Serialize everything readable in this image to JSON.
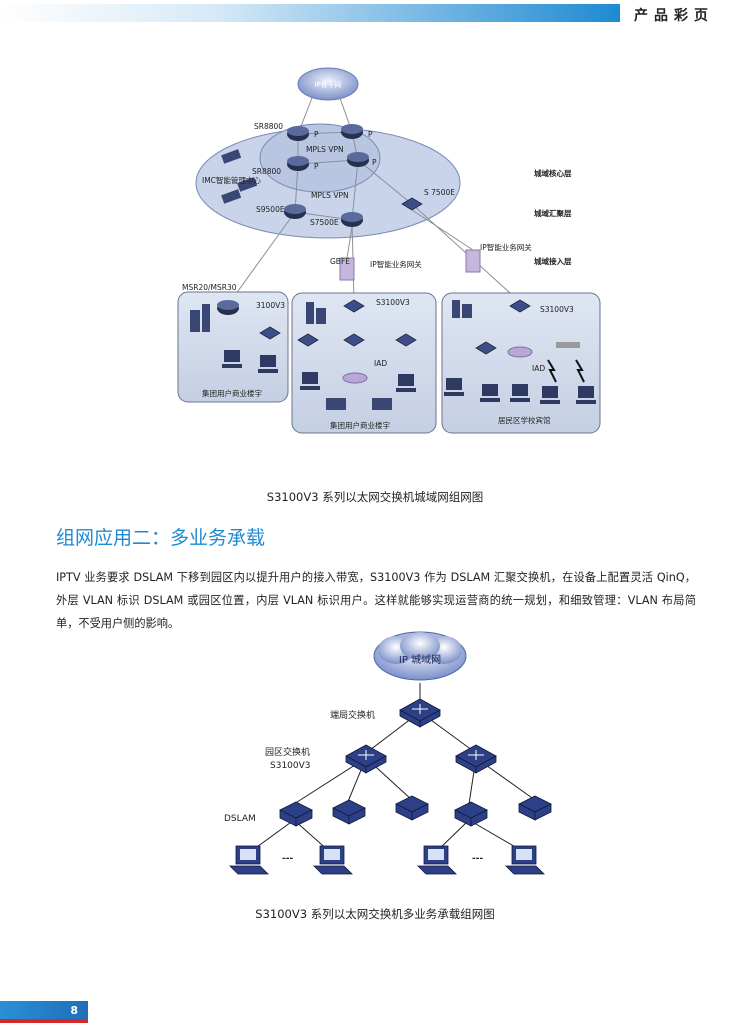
{
  "header": {
    "title": "产品彩页"
  },
  "diagram1": {
    "cloud": "IP骨干网",
    "sr8800_a": "SR8800",
    "sr8800_b": "SR8800",
    "p1": "P",
    "p2": "P",
    "p3": "P",
    "p4": "P",
    "mpls1": "MPLS VPN",
    "mpls2": "MPLS VPN",
    "imc": "IMC智能管理中心",
    "s9500e": "S9500E",
    "s7500e_a": "S7500E",
    "s7500e_b": "S 7500E",
    "core_layer": "城域核心层",
    "agg_layer": "城域汇聚层",
    "access_layer": "城域接入层",
    "gbfe": "GBFE",
    "ip_gw1": "IP智能业务网关",
    "ip_gw2": "IP智能业务网关",
    "msr": "MSR20/MSR30",
    "s3100_a": "3100V3",
    "s3100_b": "S3100V3",
    "s3100_c": "S3100V3",
    "iad1": "IAD",
    "iad2": "IAD",
    "box1": "集团用户商业楼宇",
    "box2": "集团用户商业楼宇",
    "box3": "居民区学校宾馆"
  },
  "caption1": "S3100V3 系列以太网交换机城域网组网图",
  "section_title": "组网应用二：多业务承载",
  "paragraph": "IPTV 业务要求 DSLAM 下移到园区内以提升用户的接入带宽，S3100V3 作为 DSLAM 汇聚交换机，在设备上配置灵活 QinQ，外层 VLAN 标识 DSLAM 或园区位置，内层 VLAN 标识用户。这样就能够实现运营商的统一规划，和细致管理：VLAN 布局简单，不受用户侧的影响。",
  "diagram2": {
    "cloud": "IP 城域网",
    "endpoint": "端局交换机",
    "campus": "园区交换机",
    "model": "S3100V3",
    "dslam": "DSLAM",
    "dots1": "---",
    "dots2": "---"
  },
  "caption2": "S3100V3 系列以太网交换机多业务承载组网图",
  "page_number": "8"
}
